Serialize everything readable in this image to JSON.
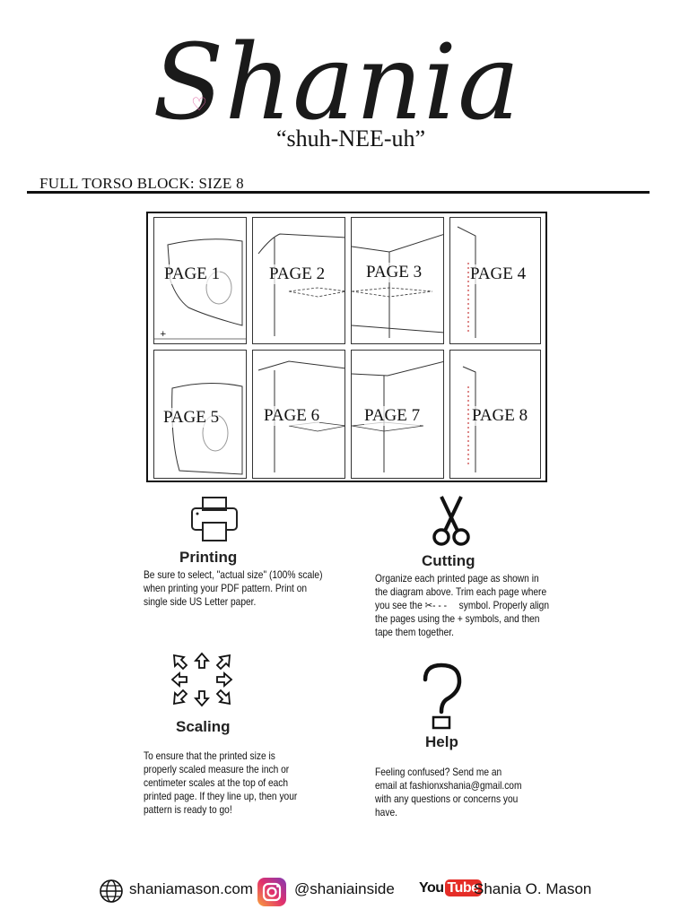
{
  "header": {
    "brand": "Shania",
    "pronunciation": "“shuh-NEE-uh”",
    "document_title": "FULL TORSO BLOCK: SIZE 8"
  },
  "diagram": {
    "pages": [
      "PAGE 1",
      "PAGE 2",
      "PAGE 3",
      "PAGE 4",
      "PAGE 5",
      "PAGE 6",
      "PAGE 7",
      "PAGE 8"
    ]
  },
  "sections": {
    "printing": {
      "title": "Printing",
      "lines": [
        "Be sure to select, \"actual size\" (100% scale)",
        "when printing your PDF pattern. Print on",
        "single side US Letter paper."
      ],
      "icon": "printer-icon"
    },
    "cutting": {
      "title": "Cutting",
      "lines": [
        "Organize each printed page as shown in",
        "the diagram above. Trim each page where",
        "you see the",
        "symbol. Properly align",
        "the pages using the + symbols, and then",
        "tape them together."
      ],
      "icon": "scissors-icon"
    },
    "scaling": {
      "title": "Scaling",
      "lines": [
        "To ensure that the printed size is",
        "properly scaled measure the inch or",
        "centimeter scales at the top of each",
        "printed page. If they line up, then your",
        "pattern is ready to go!"
      ],
      "icon": "arrows-icon"
    },
    "help": {
      "title": "Help",
      "lines": [
        "Feeling confused? Send me an",
        "email at fashionxshania@gmail.com",
        "with any questions or concerns you",
        "have."
      ],
      "icon": "question-icon"
    }
  },
  "footer": {
    "website": "shaniamason.com",
    "instagram": "@shaniainside",
    "youtube_logo": "YouTube",
    "youtube_name": "Shania O. Mason"
  }
}
